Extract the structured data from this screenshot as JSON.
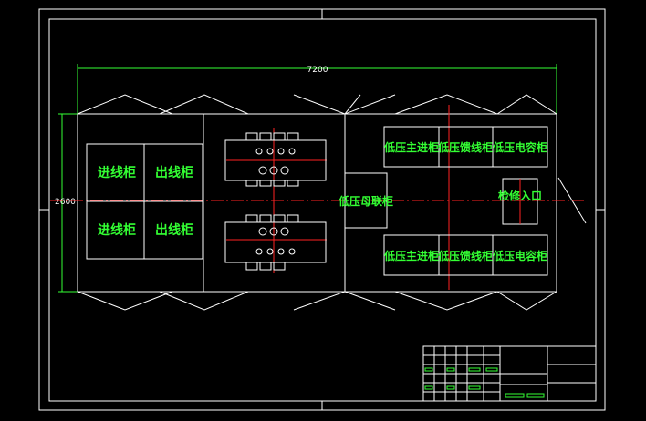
{
  "drawing": {
    "dimensions": {
      "length": "7200",
      "width": "2600"
    },
    "left_room": {
      "cabinets": [
        "进线柜",
        "出线柜",
        "进线柜",
        "出线柜"
      ]
    },
    "center_room": {
      "cabinet": "低压母联柜"
    },
    "right_room": {
      "top_row": [
        "低压主进柜",
        "低压馈线柜",
        "低压电容柜"
      ],
      "bottom_row": [
        "低压主进柜",
        "低压馈线柜",
        "低压电容柜"
      ],
      "entrance": "检修入口"
    }
  },
  "colors": {
    "background": "#000000",
    "line": "#ffffff",
    "text": "#33ff33",
    "axis": "#ff2222",
    "dimension": "#33ff33"
  }
}
